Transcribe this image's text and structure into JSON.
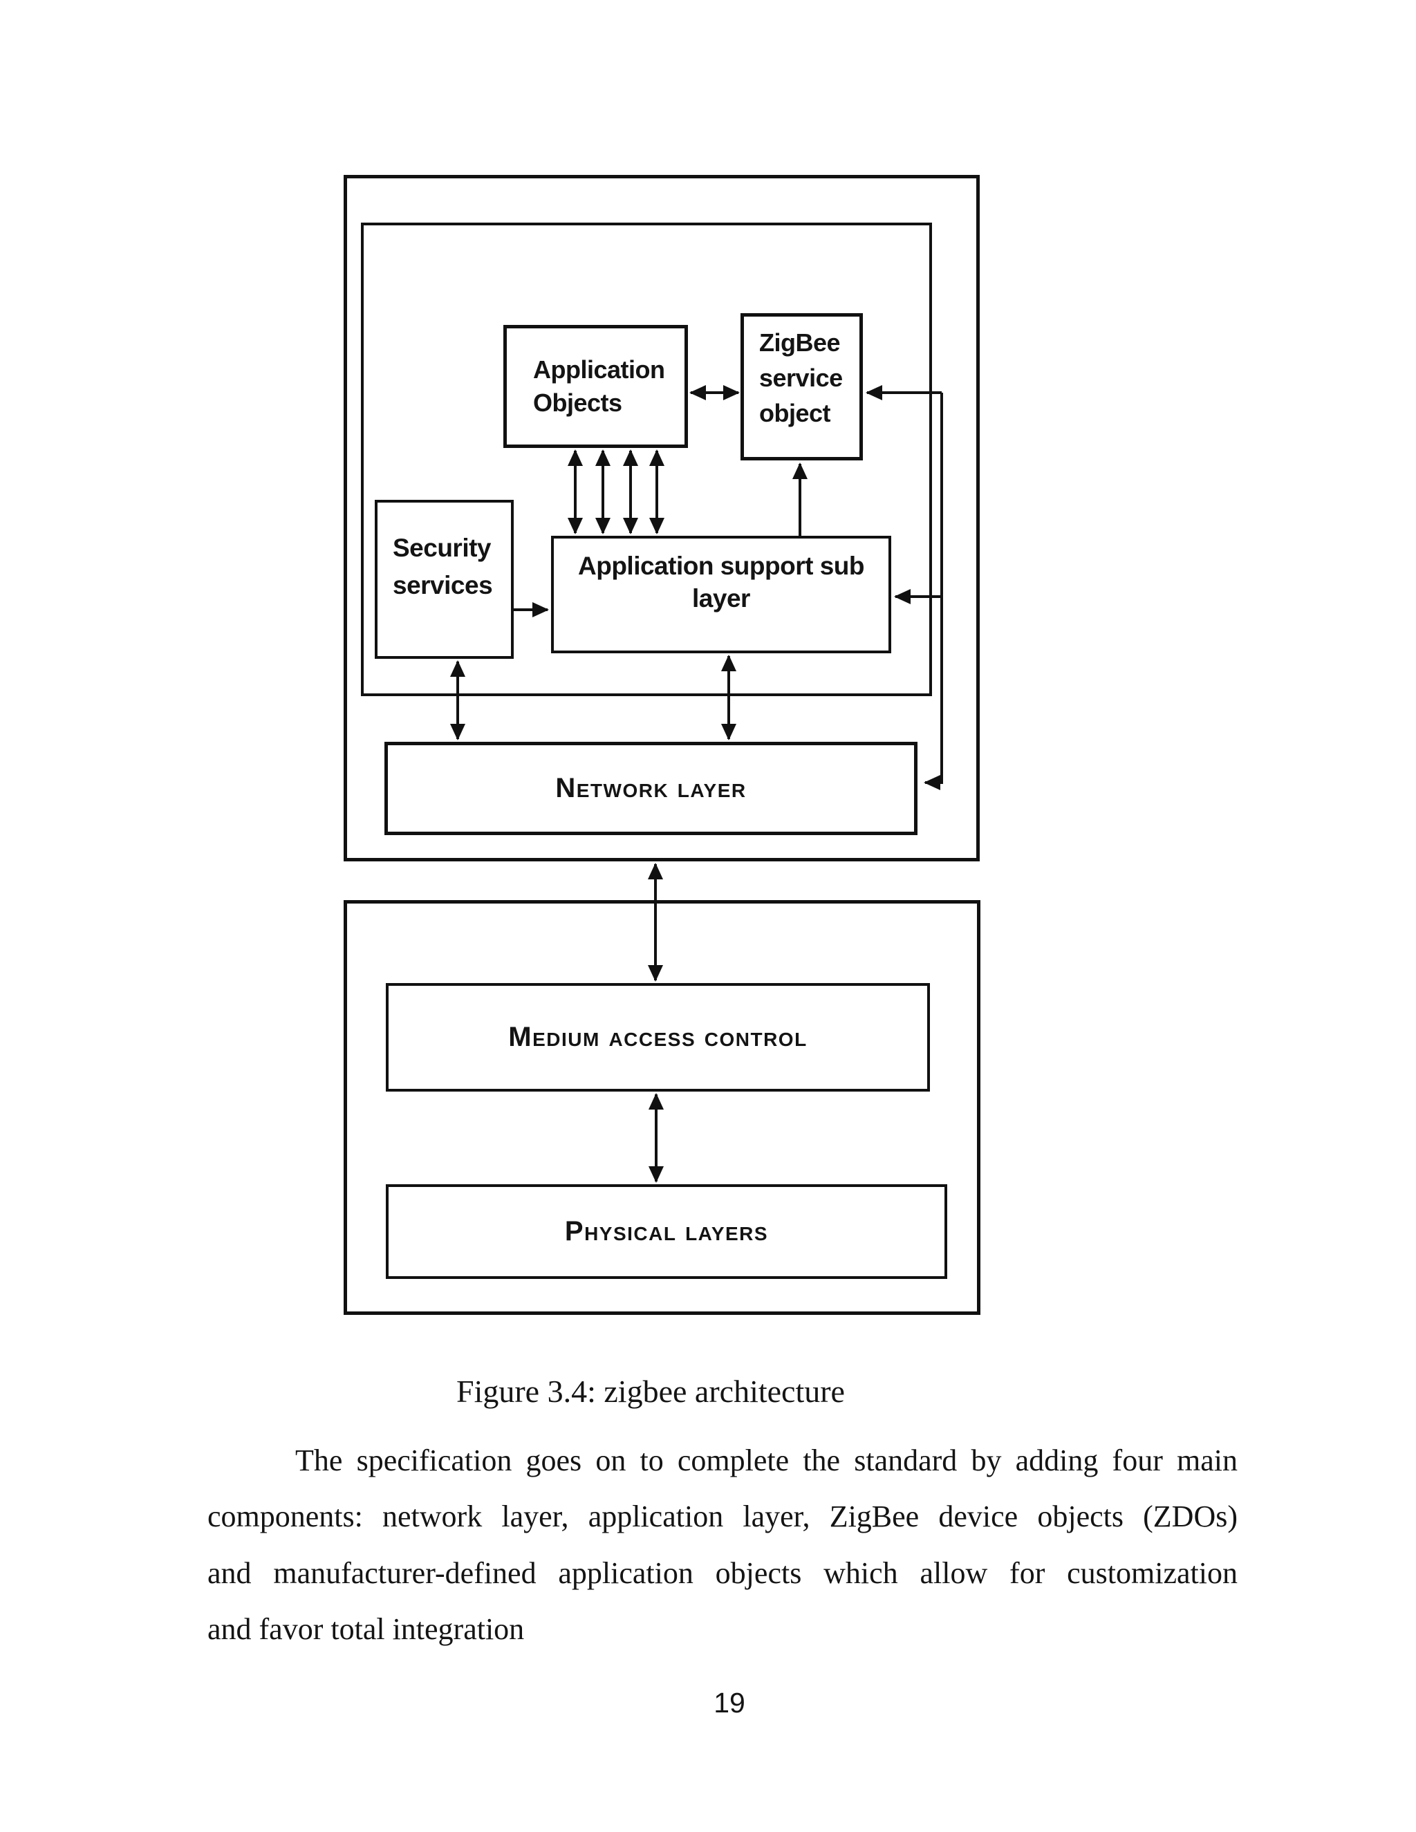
{
  "page": {
    "number": "19"
  },
  "figure": {
    "caption": "Figure 3.4: zigbee architecture",
    "colors": {
      "stroke": "#111111",
      "text": "#141414",
      "background": "#ffffff"
    },
    "boxes": {
      "application_objects": {
        "lines": [
          "Application",
          "Objects"
        ]
      },
      "zigbee_service_object": {
        "lines": [
          "ZigBee",
          "service",
          "object"
        ]
      },
      "security_services": {
        "lines": [
          "Security",
          "services"
        ]
      },
      "application_support_sublayer": {
        "lines": [
          "Application support sub",
          "layer"
        ]
      },
      "network_layer": {
        "label": "Network layer"
      },
      "medium_access_control": {
        "label": "Medium access control"
      },
      "physical_layers": {
        "label": "Physical layers"
      }
    }
  },
  "paragraph": {
    "lines": [
      "The specification goes on to complete the standard by adding four main",
      "components: network layer, application layer, ZigBee device objects (ZDOs)",
      "and manufacturer-defined application objects which allow for customization",
      "and favor total integration"
    ]
  }
}
